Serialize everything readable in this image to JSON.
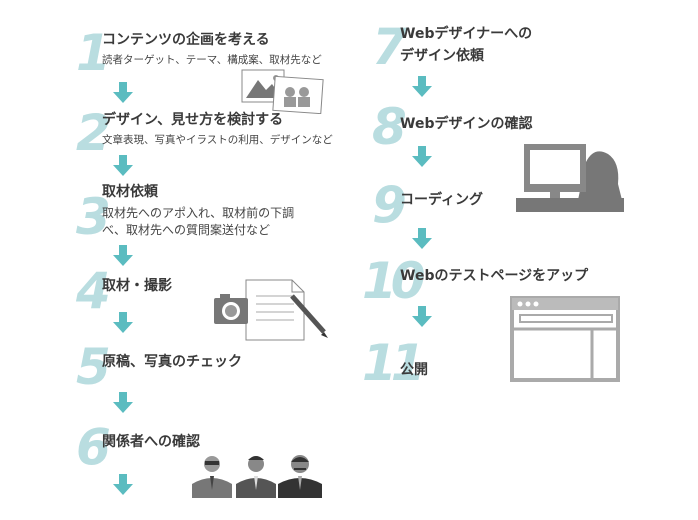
{
  "accent_color": "#5bbcc0",
  "number_color": "#b9dde0",
  "steps": [
    {
      "num": "1",
      "title": "コンテンツの企画を考える",
      "sub": "読者ターゲット、テーマ、構成案、取材先など"
    },
    {
      "num": "2",
      "title": "デザイン、見せ方を検討する",
      "sub": "文章表現、写真やイラストの利用、デザインなど"
    },
    {
      "num": "3",
      "title": "取材依頼",
      "sub_line1": "取材先へのアポ入れ、取材前の下調",
      "sub_line2": "べ、取材先への質問案送付など"
    },
    {
      "num": "4",
      "title": "取材・撮影"
    },
    {
      "num": "5",
      "title": "原稿、写真のチェック"
    },
    {
      "num": "6",
      "title": "関係者への確認"
    },
    {
      "num": "7",
      "title_line1": "Webデザイナーへの",
      "title_line2": "デザイン依頼"
    },
    {
      "num": "8",
      "title": "Webデザインの確認"
    },
    {
      "num": "9",
      "title": "コーディング"
    },
    {
      "num": "10",
      "title": "Webのテストページをアップ"
    },
    {
      "num": "11",
      "title": "公開"
    }
  ]
}
